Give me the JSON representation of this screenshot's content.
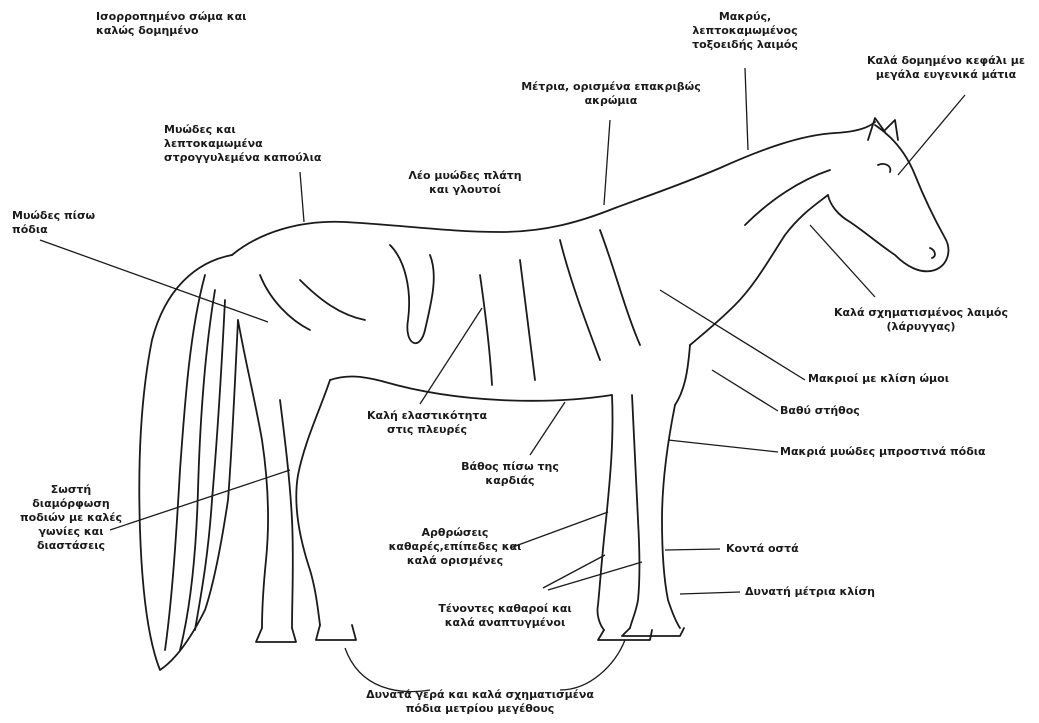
{
  "colors": {
    "ink": "#1a1a1a",
    "background": "#ffffff"
  },
  "labels": {
    "balanced_body": "Ισορροπημένο σώμα και\nκαλώς δομημένο",
    "long_neck": "Μακρύς,\nλεπτοκαμωμένος\nτοξοειδής λαιμός",
    "head": "Καλά δομημένο κεφάλι με\nμεγάλα ευγενικά μάτια",
    "back": "Μέτρια, ορισμένα επακριβώς\nακρώμια",
    "croup": "Μυώδες και\nλεπτοκαμωμένα\nστρογγυλεμένα καπούλια",
    "shoulder": "Λέο μυώδες πλάτη\nκαι γλουτοί",
    "hind_legs": "Μυώδες πίσω\nπόδια",
    "throat": "Καλά σχηματισμένος λαιμός\n(λάρυγγας)",
    "shoulder_slope": "Μακριοί με κλίση ώμοι",
    "deep_chest": "Βαθύ στήθος",
    "forearm": "Μακριά μυώδες μπροστινά πόδια",
    "ribs": "Καλή ελαστικότητα\nστις πλευρές",
    "heart_depth": "Βάθος πίσω της\nκαρδιάς",
    "leg_alignment": "Σωστή\nδιαμόρφωση\nποδιών με καλές\nγωνίες και\nδιαστάσεις",
    "joints": "Αρθρώσεις\nκαθαρές,επίπεδες και\nκαλά ορισμένες",
    "short_bones": "Κοντά οστά",
    "pastern": "Δυνατή μέτρια κλίση",
    "tendons": "Τένοντες καθαροί και\nκαλά αναπτυγμένοι",
    "hooves": "Δυνατά γερά και καλά σχηματισμένα\nπόδια μετρίου μεγέθους"
  }
}
